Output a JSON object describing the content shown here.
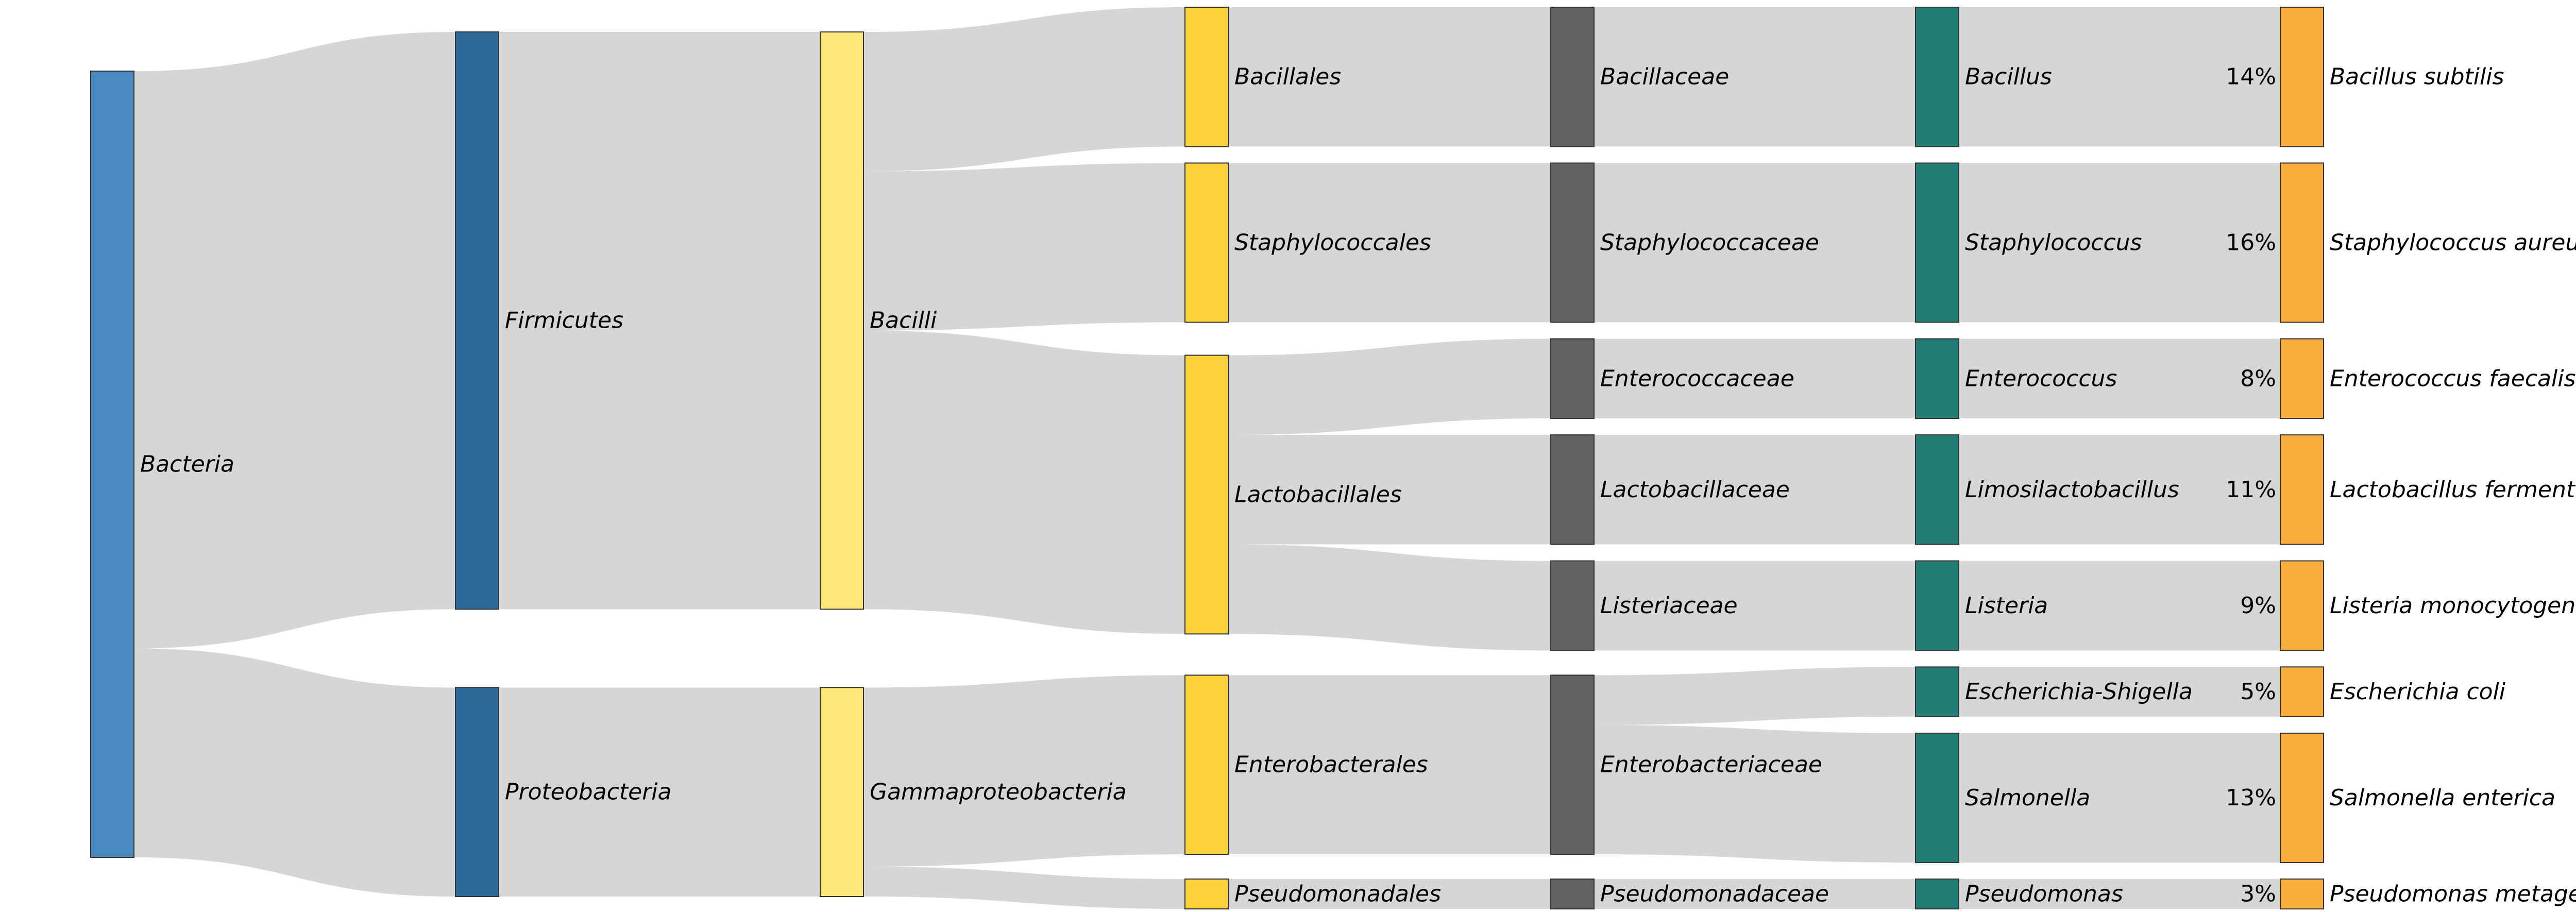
{
  "chart_data": {
    "type": "sankey",
    "levels": [
      {
        "nodes": [
          {
            "id": "bacteria",
            "label": "Bacteria",
            "color": "#4a8ac1"
          }
        ]
      },
      {
        "nodes": [
          {
            "id": "firmicutes",
            "label": "Firmicutes",
            "color": "#2e6896"
          },
          {
            "id": "proteobacteria",
            "label": "Proteobacteria",
            "color": "#2e6896"
          }
        ]
      },
      {
        "nodes": [
          {
            "id": "bacilli",
            "label": "Bacilli",
            "color": "#fde67a"
          },
          {
            "id": "gammaproteobacteria",
            "label": "Gammaproteobacteria",
            "color": "#fde67a"
          }
        ]
      },
      {
        "nodes": [
          {
            "id": "bacillales",
            "label": "Bacillales",
            "color": "#fbd23c"
          },
          {
            "id": "staphylococcales",
            "label": "Staphylococcales",
            "color": "#fbd23c"
          },
          {
            "id": "lactobacillales",
            "label": "Lactobacillales",
            "color": "#fbd23c"
          },
          {
            "id": "enterobacterales",
            "label": "Enterobacterales",
            "color": "#fbd23c"
          },
          {
            "id": "pseudomonadales",
            "label": "Pseudomonadales",
            "color": "#fbd23c"
          }
        ]
      },
      {
        "nodes": [
          {
            "id": "bacillaceae",
            "label": "Bacillaceae",
            "color": "#626262"
          },
          {
            "id": "staphylococcaceae",
            "label": "Staphylococcaceae",
            "color": "#626262"
          },
          {
            "id": "enterococcaceae",
            "label": "Enterococcaceae",
            "color": "#626262"
          },
          {
            "id": "lactobacillaceae",
            "label": "Lactobacillaceae",
            "color": "#626262"
          },
          {
            "id": "listeriaceae",
            "label": "Listeriaceae",
            "color": "#626262"
          },
          {
            "id": "enterobacteriaceae",
            "label": "Enterobacteriaceae",
            "color": "#626262"
          },
          {
            "id": "pseudomonadaceae",
            "label": "Pseudomonadaceae",
            "color": "#626262"
          }
        ]
      },
      {
        "nodes": [
          {
            "id": "bacillus",
            "label": "Bacillus",
            "color": "#247c76"
          },
          {
            "id": "staphylococcus",
            "label": "Staphylococcus",
            "color": "#247c76"
          },
          {
            "id": "enterococcus",
            "label": "Enterococcus",
            "color": "#247c76"
          },
          {
            "id": "limosilactobacillus",
            "label": "Limosilactobacillus",
            "color": "#247c76"
          },
          {
            "id": "listeria",
            "label": "Listeria",
            "color": "#247c76"
          },
          {
            "id": "escherichia-shigella",
            "label": "Escherichia-Shigella",
            "color": "#247c76"
          },
          {
            "id": "salmonella",
            "label": "Salmonella",
            "color": "#247c76"
          },
          {
            "id": "pseudomonas",
            "label": "Pseudomonas",
            "color": "#247c76"
          }
        ]
      },
      {
        "nodes": [
          {
            "id": "bacillus-subtilis",
            "label": "Bacillus subtilis",
            "percent": "14%",
            "color": "#faad3d"
          },
          {
            "id": "staphylococcus-aureus",
            "label": "Staphylococcus aureus",
            "percent": "16%",
            "color": "#faad3d"
          },
          {
            "id": "enterococcus-faecalis",
            "label": "Enterococcus faecalis",
            "percent": "8%",
            "color": "#faad3d"
          },
          {
            "id": "lactobacillus-fermentum",
            "label": "Lactobacillus fermentum",
            "percent": "11%",
            "color": "#faad3d"
          },
          {
            "id": "listeria-monocytogenes",
            "label": "Listeria monocytogenes",
            "percent": "9%",
            "color": "#faad3d"
          },
          {
            "id": "escherichia-coli",
            "label": "Escherichia coli",
            "percent": "5%",
            "color": "#faad3d"
          },
          {
            "id": "salmonella-enterica",
            "label": "Salmonella enterica",
            "percent": "13%",
            "color": "#faad3d"
          },
          {
            "id": "pseudomonas-metagenome",
            "label": "Pseudomonas metagenome",
            "percent": "3%",
            "color": "#faad3d"
          }
        ]
      }
    ],
    "links": [
      {
        "source": "bacteria",
        "target": "firmicutes",
        "value": 58
      },
      {
        "source": "bacteria",
        "target": "proteobacteria",
        "value": 21
      },
      {
        "source": "firmicutes",
        "target": "bacilli",
        "value": 58
      },
      {
        "source": "proteobacteria",
        "target": "gammaproteobacteria",
        "value": 21
      },
      {
        "source": "bacilli",
        "target": "bacillales",
        "value": 14
      },
      {
        "source": "bacilli",
        "target": "staphylococcales",
        "value": 16
      },
      {
        "source": "bacilli",
        "target": "lactobacillales",
        "value": 28
      },
      {
        "source": "gammaproteobacteria",
        "target": "enterobacterales",
        "value": 18
      },
      {
        "source": "gammaproteobacteria",
        "target": "pseudomonadales",
        "value": 3
      },
      {
        "source": "bacillales",
        "target": "bacillaceae",
        "value": 14
      },
      {
        "source": "staphylococcales",
        "target": "staphylococcaceae",
        "value": 16
      },
      {
        "source": "lactobacillales",
        "target": "enterococcaceae",
        "value": 8
      },
      {
        "source": "lactobacillales",
        "target": "lactobacillaceae",
        "value": 11
      },
      {
        "source": "lactobacillales",
        "target": "listeriaceae",
        "value": 9
      },
      {
        "source": "enterobacterales",
        "target": "enterobacteriaceae",
        "value": 18
      },
      {
        "source": "pseudomonadales",
        "target": "pseudomonadaceae",
        "value": 3
      },
      {
        "source": "bacillaceae",
        "target": "bacillus",
        "value": 14
      },
      {
        "source": "staphylococcaceae",
        "target": "staphylococcus",
        "value": 16
      },
      {
        "source": "enterococcaceae",
        "target": "enterococcus",
        "value": 8
      },
      {
        "source": "lactobacillaceae",
        "target": "limosilactobacillus",
        "value": 11
      },
      {
        "source": "listeriaceae",
        "target": "listeria",
        "value": 9
      },
      {
        "source": "enterobacteriaceae",
        "target": "escherichia-shigella",
        "value": 5
      },
      {
        "source": "enterobacteriaceae",
        "target": "salmonella",
        "value": 13
      },
      {
        "source": "pseudomonadaceae",
        "target": "pseudomonas",
        "value": 3
      },
      {
        "source": "bacillus",
        "target": "bacillus-subtilis",
        "value": 14
      },
      {
        "source": "staphylococcus",
        "target": "staphylococcus-aureus",
        "value": 16
      },
      {
        "source": "enterococcus",
        "target": "enterococcus-faecalis",
        "value": 8
      },
      {
        "source": "limosilactobacillus",
        "target": "lactobacillus-fermentum",
        "value": 11
      },
      {
        "source": "listeria",
        "target": "listeria-monocytogenes",
        "value": 9
      },
      {
        "source": "escherichia-shigella",
        "target": "escherichia-coli",
        "value": 5
      },
      {
        "source": "salmonella",
        "target": "salmonella-enterica",
        "value": 13
      },
      {
        "source": "pseudomonas",
        "target": "pseudomonas-metagenome",
        "value": 3
      }
    ],
    "link_color": "#d6d6d6"
  }
}
